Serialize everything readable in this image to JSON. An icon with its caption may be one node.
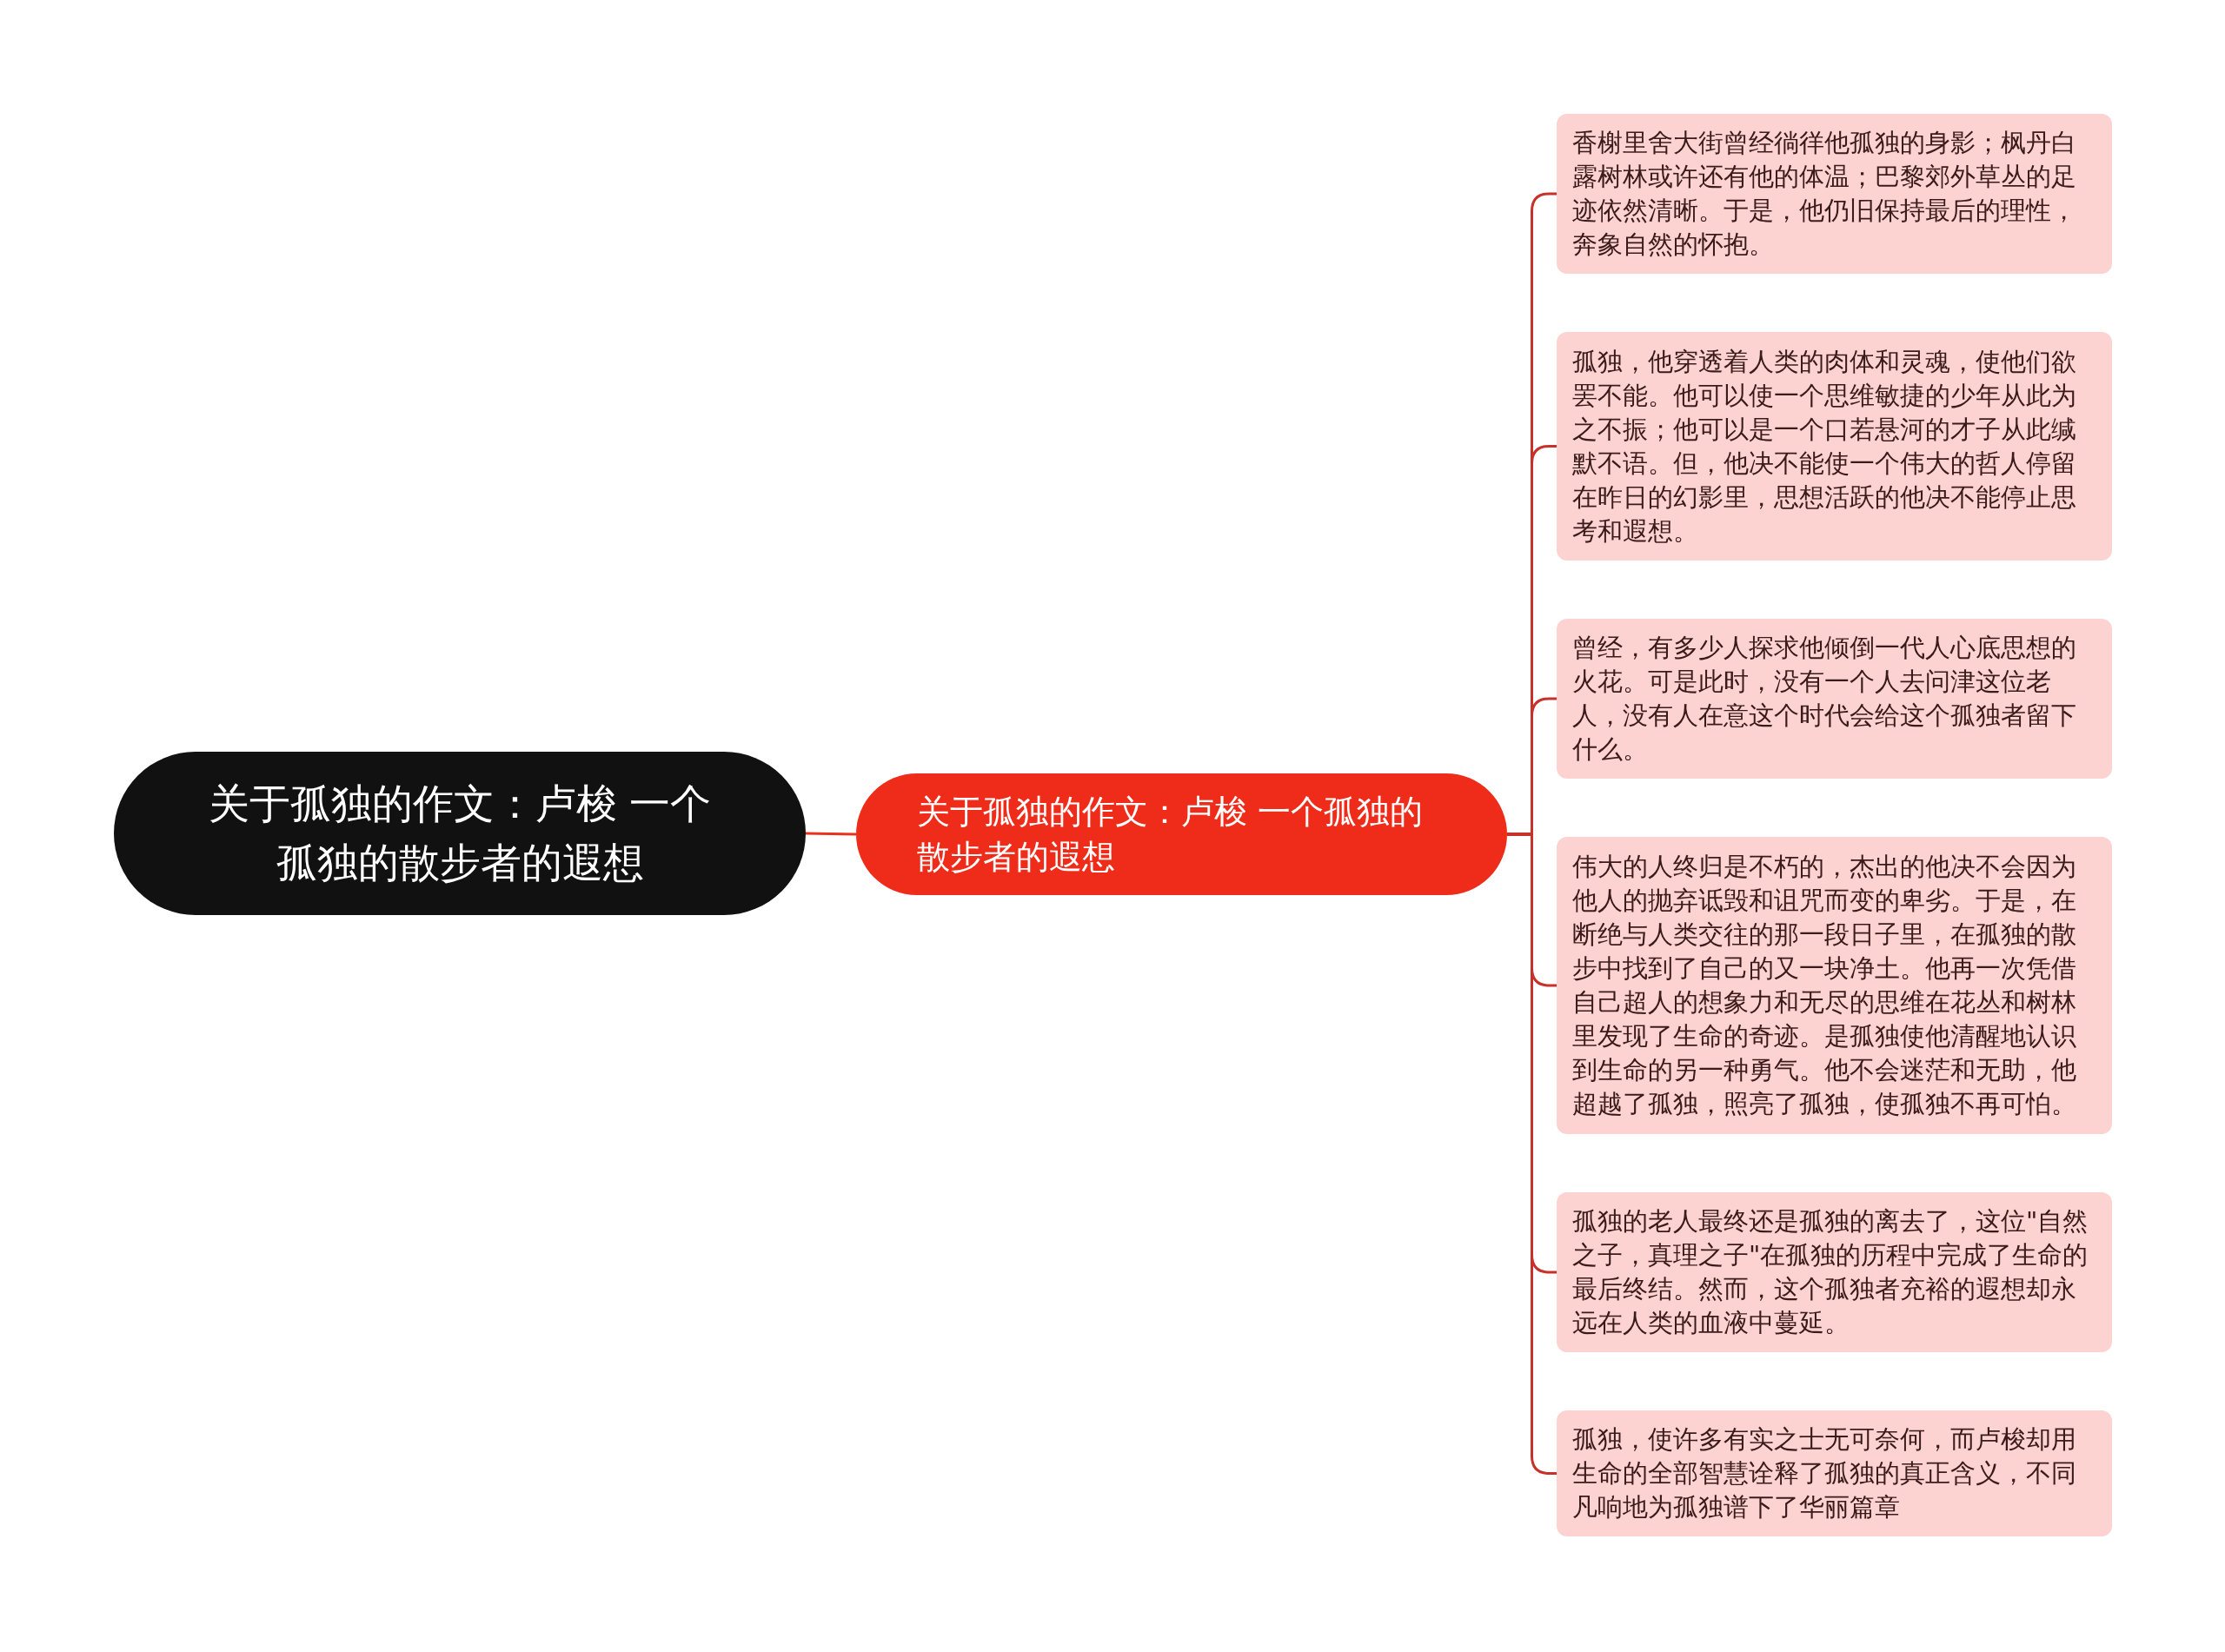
{
  "diagram": {
    "nodes": [
      {
        "text": [
          "关于孤独的作文：卢梭 一个孤独的散步者的遐想"
        ]
      },
      {
        "text": [
          "关于孤独的作文：卢梭 一个孤独的散步者的遐想"
        ]
      },
      {
        "text": [
          "香榭里舍大街曾经徜徉他孤独的身影；枫丹白露树林或许还有他的体温；巴黎郊外草丛的足迹依然清晰。于是，他仍旧保持最后的理性，奔象自然的怀抱。"
        ]
      },
      {
        "text": [
          "孤独，他穿透着人类的肉体和灵魂，使他们欲罢不能。他可以使一个思维敏捷的少年从此为之不振；他可以是一个口若悬河的才子从此缄默不语。但，他决不能使一个伟大的哲人停留在昨日的幻影里，思想活跃的他决不能停止思考和遐想。"
        ]
      },
      {
        "text": [
          "曾经，有多少人探求他倾倒一代人心底思想的火花。可是此时，没有一个人去问津这位老人，没有人在意这个时代会给这个孤独者留下什么。"
        ]
      },
      {
        "text": [
          "伟大的人终归是不朽的，杰出的他决不会因为他人的抛弃诋毁和诅咒而变的卑劣。于是，在断绝与人类交往的那一段日子里，在孤独的散步中找到了自己的又一块净土。他再一次凭借自己超人的想象力和无尽的思维在花丛和树林里发现了生命的奇迹。是孤独使他清醒地认识到生命的另一种勇气。他不会迷茫和无助，他超越了孤独，照亮了孤独，使孤独不再可怕。"
        ]
      },
      {
        "text": [
          "孤独的老人最终还是孤独的离去了，这位\"自然之子，真理之子\"在孤独的历程中完成了生命的最后终结。然而，这个孤独者充裕的遐想却永远在人类的血液中蔓延。"
        ]
      },
      {
        "text": [
          "孤独，使许多有实之士无可奈何，而卢梭却用生命的全部智慧诠释了孤独的真正含义，不同凡响地为孤独谱下了华丽篇章"
        ]
      }
    ],
    "edges": [
      {
        "from": 0,
        "to": 1,
        "arrow": "none"
      },
      {
        "from": 1,
        "to": 2,
        "arrow": "none"
      },
      {
        "from": 1,
        "to": 3,
        "arrow": "none"
      },
      {
        "from": 1,
        "to": 4,
        "arrow": "none"
      },
      {
        "from": 1,
        "to": 5,
        "arrow": "none"
      },
      {
        "from": 1,
        "to": 6,
        "arrow": "none"
      },
      {
        "from": 1,
        "to": 7,
        "arrow": "none"
      }
    ]
  }
}
